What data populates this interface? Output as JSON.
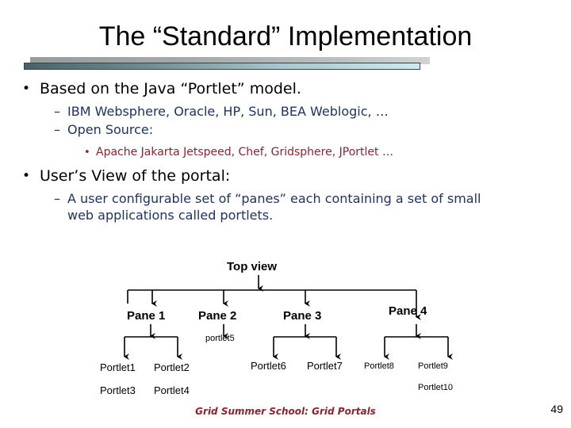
{
  "slide": {
    "title": "The “Standard” Implementation",
    "page_number": "49",
    "footer": "Grid Summer School: Grid Portals",
    "colors": {
      "title": "#000000",
      "level2_text": "#1d3461",
      "level3_text": "#8c2332",
      "footer": "#8c2332",
      "divider_start": "#4a6168",
      "divider_end": "#cfe8ee",
      "divider_shadow": "#a8a8a8"
    }
  },
  "bullets": {
    "b1": {
      "marker": "•",
      "text": "Based on the Java “Portlet” model."
    },
    "b1s1": {
      "marker": "–",
      "text": "IBM Websphere, Oracle, HP, Sun, BEA Weblogic, …"
    },
    "b1s2": {
      "marker": "–",
      "text": "Open Source:"
    },
    "b1s2s1": {
      "marker": "•",
      "text": "Apache Jakarta Jetspeed, Chef, Gridsphere, JPortlet …"
    },
    "b2": {
      "marker": "•",
      "text": "User’s View of the portal:"
    },
    "b2s1": {
      "marker": "–",
      "text": "A user configurable set of “panes” each containing a set of small web applications called portlets."
    }
  },
  "diagram": {
    "root": "Top view",
    "panes": [
      {
        "label": "Pane 1",
        "portlets": [
          "Portlet1",
          "Portlet2",
          "Portlet3",
          "Portlet4"
        ]
      },
      {
        "label": "Pane 2",
        "portlets": [
          "portlet5"
        ]
      },
      {
        "label": "Pane 3",
        "portlets": [
          "Portlet6",
          "Portlet7"
        ]
      },
      {
        "label": "Pane 4",
        "portlets": [
          "Portlet8",
          "Portlet9",
          "Portlet10"
        ]
      }
    ],
    "labels": {
      "root": "Top view",
      "pane1": "Pane 1",
      "pane2": "Pane 2",
      "pane3": "Pane 3",
      "pane4": "Pane 4",
      "portlet1": "Portlet1",
      "portlet2": "Portlet2",
      "portlet3": "Portlet3",
      "portlet4": "Portlet4",
      "portlet5": "portlet5",
      "portlet6": "Portlet6",
      "portlet7": "Portlet7",
      "portlet8": "Portlet8",
      "portlet9": "Portlet9",
      "portlet10": "Portlet10"
    }
  }
}
